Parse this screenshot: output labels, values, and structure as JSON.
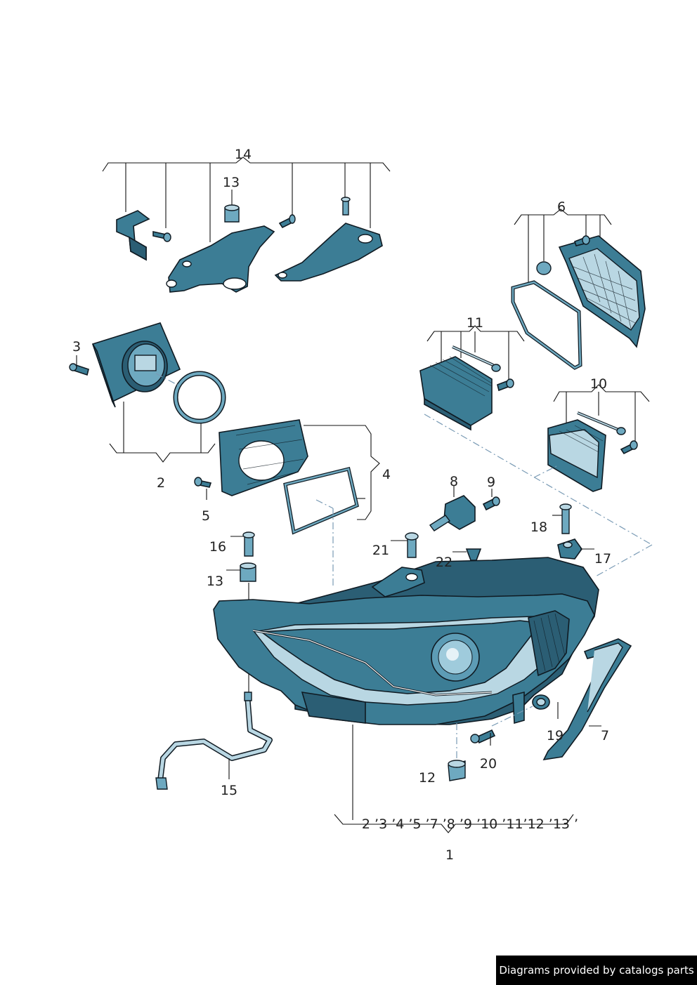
{
  "labels": {
    "l1": "1",
    "l2": "2",
    "l3": "3",
    "l4": "4",
    "l5": "5",
    "l6": "6",
    "l7": "7",
    "l8": "8",
    "l9": "9",
    "l10": "10",
    "l11": "11",
    "l12": "12",
    "l13a": "13",
    "l13b": "13",
    "l14": "14",
    "l15": "15",
    "l16": "16",
    "l17": "17",
    "l18": "18",
    "l19": "19",
    "l20": "20",
    "l21": "21",
    "l22": "22",
    "includes": "2 ’3 ’4 ’5 ’7 ’8 ’9 ’10 ’11’12 ’13 ’"
  },
  "credit": "Diagrams provided by catalogs parts",
  "colors": {
    "part_fill": "#3c7d95",
    "part_dark": "#2b5e74",
    "part_light": "#b9d7e3",
    "outline": "#0f1a22",
    "dash_line": "#7a9bb5"
  }
}
